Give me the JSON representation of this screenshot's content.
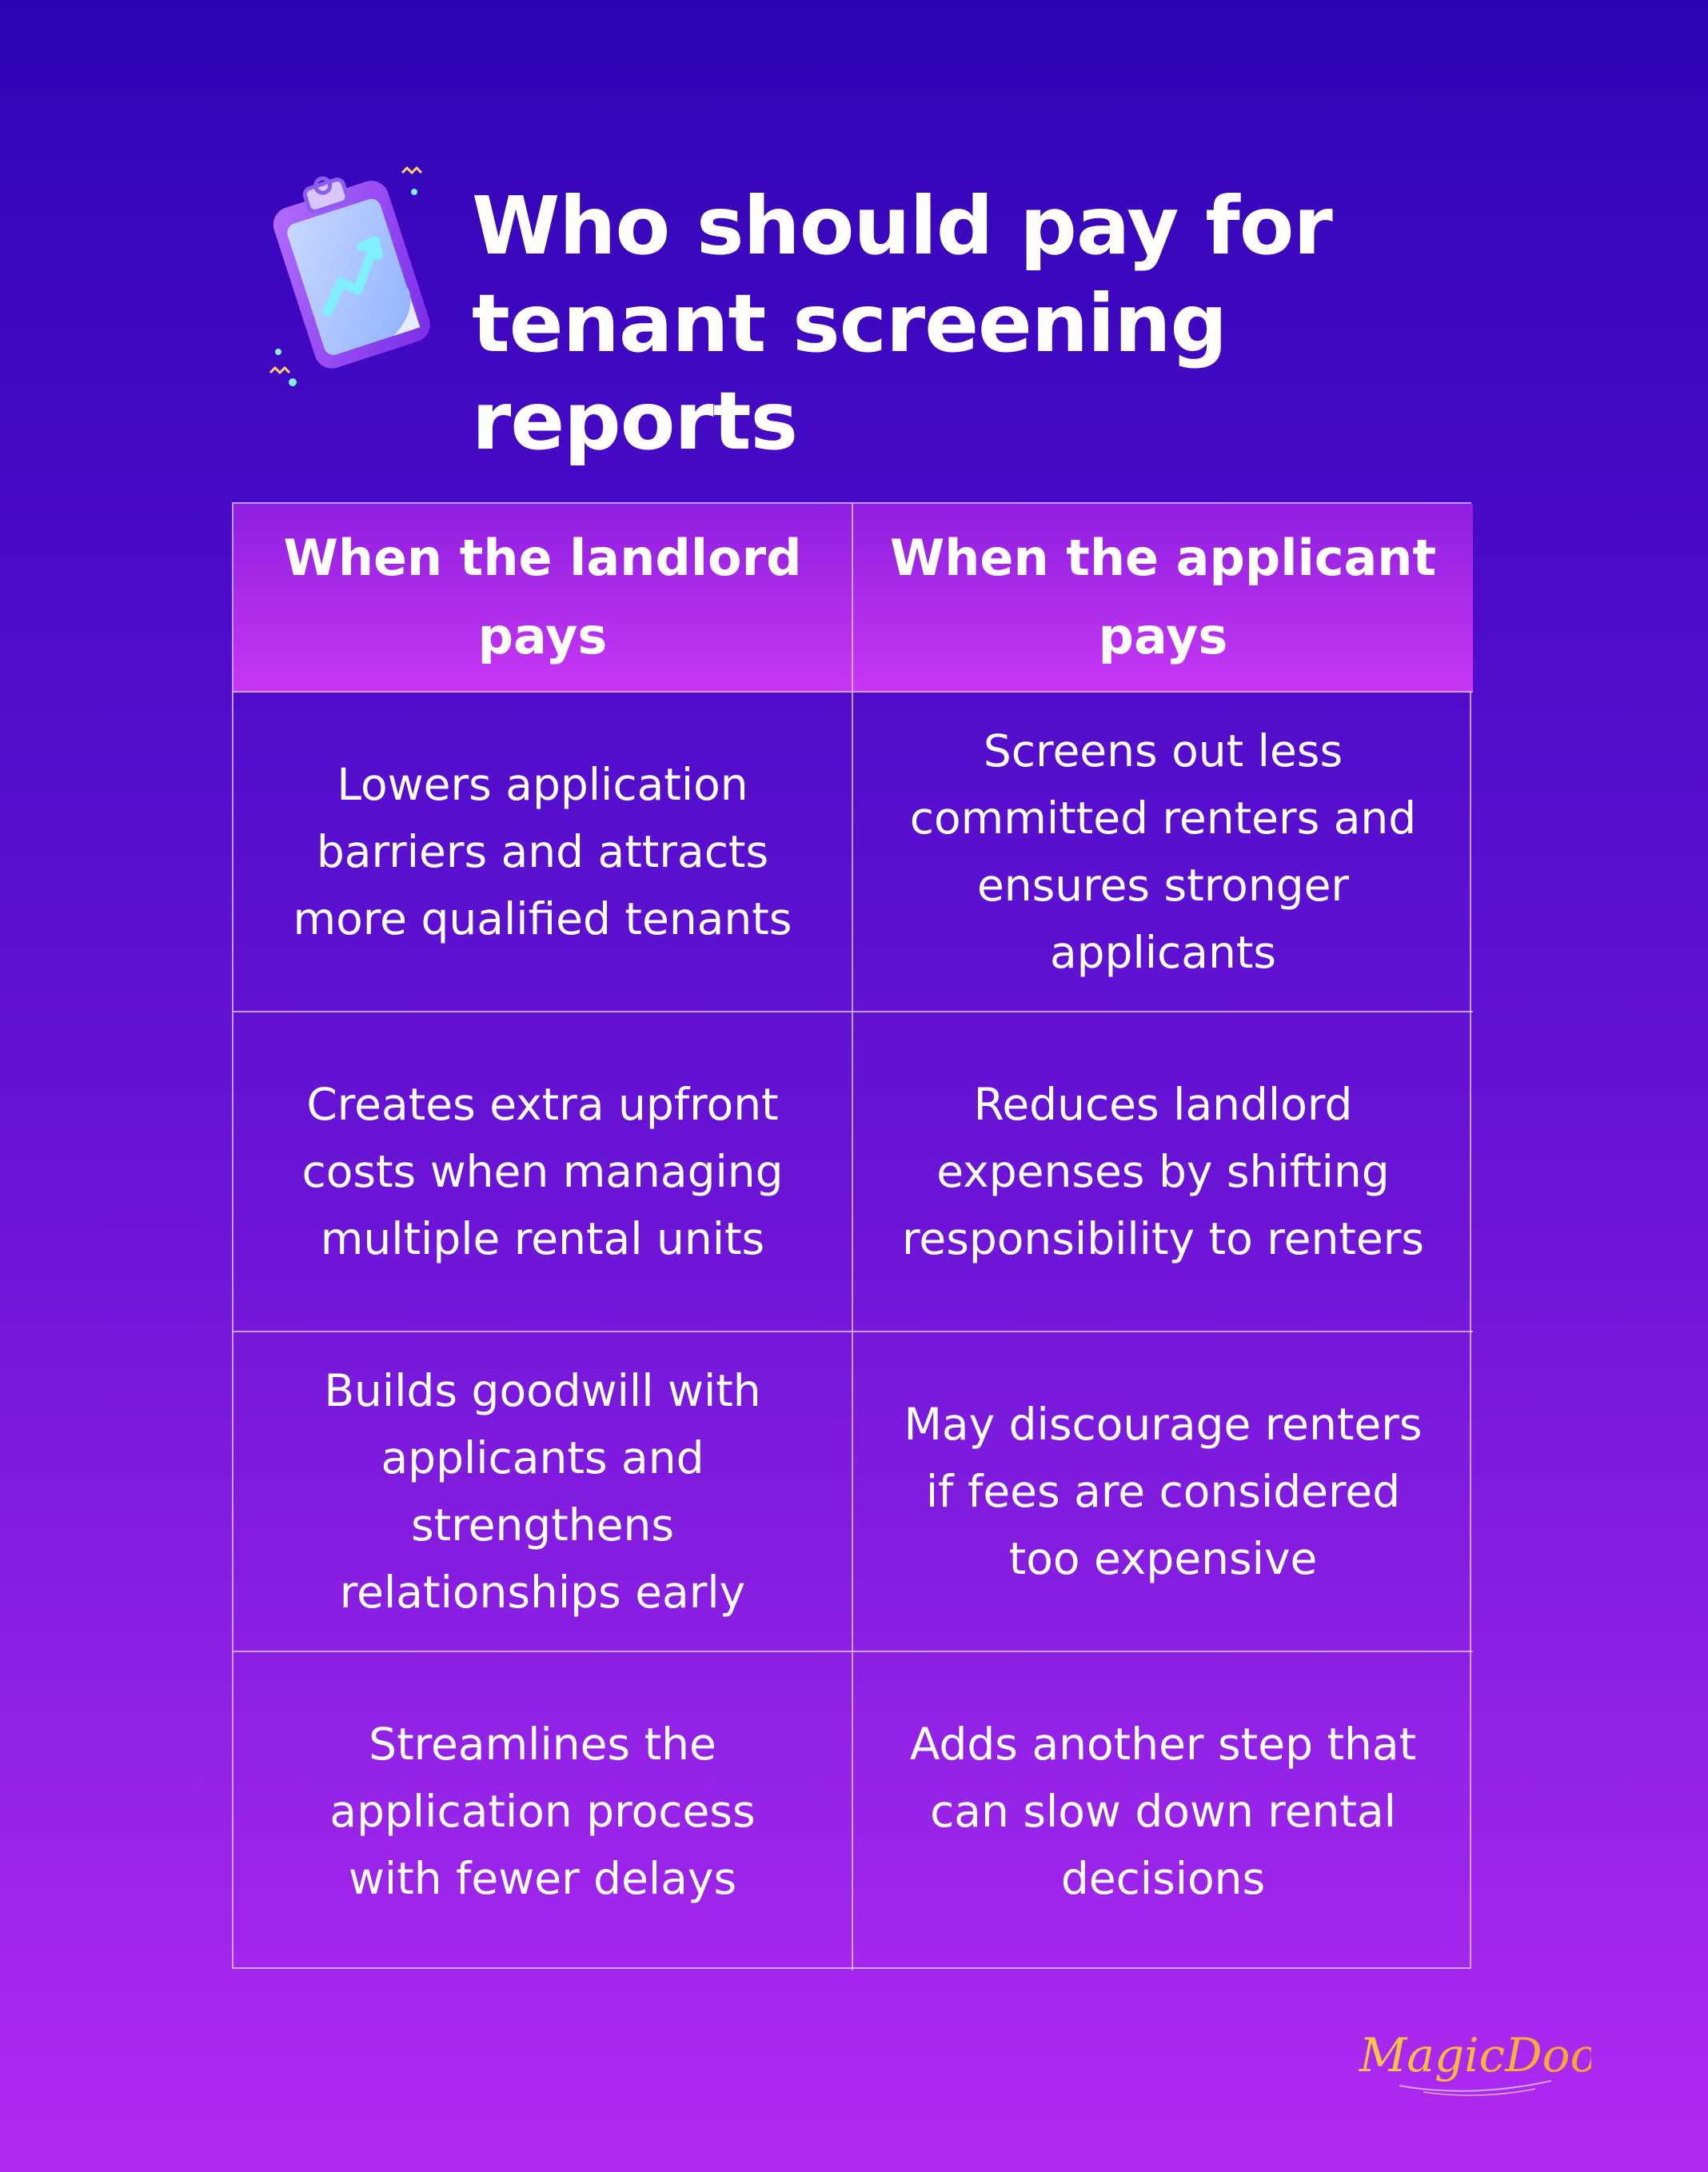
{
  "title": {
    "line1": "Who should pay for",
    "line2": "tenant screening reports"
  },
  "table": {
    "headers": [
      "When the landlord pays",
      "When the applicant pays"
    ],
    "rows": [
      [
        "Lowers application barriers and attracts more qualified tenants",
        "Screens out less committed renters and ensures stronger applicants"
      ],
      [
        "Creates extra upfront costs when managing multiple rental units",
        "Reduces landlord expenses by shifting responsibility to renters"
      ],
      [
        "Builds goodwill with applicants and strengthens relationships early",
        "May discourage renters if fees are considered too expensive"
      ],
      [
        "Streamlines the application process with fewer delays",
        "Adds another step that can slow down rental decisions"
      ]
    ]
  },
  "logo": {
    "text": "MagicDooR"
  },
  "colors": {
    "background_top": "#2e05b5",
    "background_bottom": "#b22af2",
    "header_top": "#8f1fe0",
    "header_bottom": "#c737f5",
    "logo_gold": "#f2b533"
  },
  "icons": [
    "clipboard-chart-icon"
  ]
}
